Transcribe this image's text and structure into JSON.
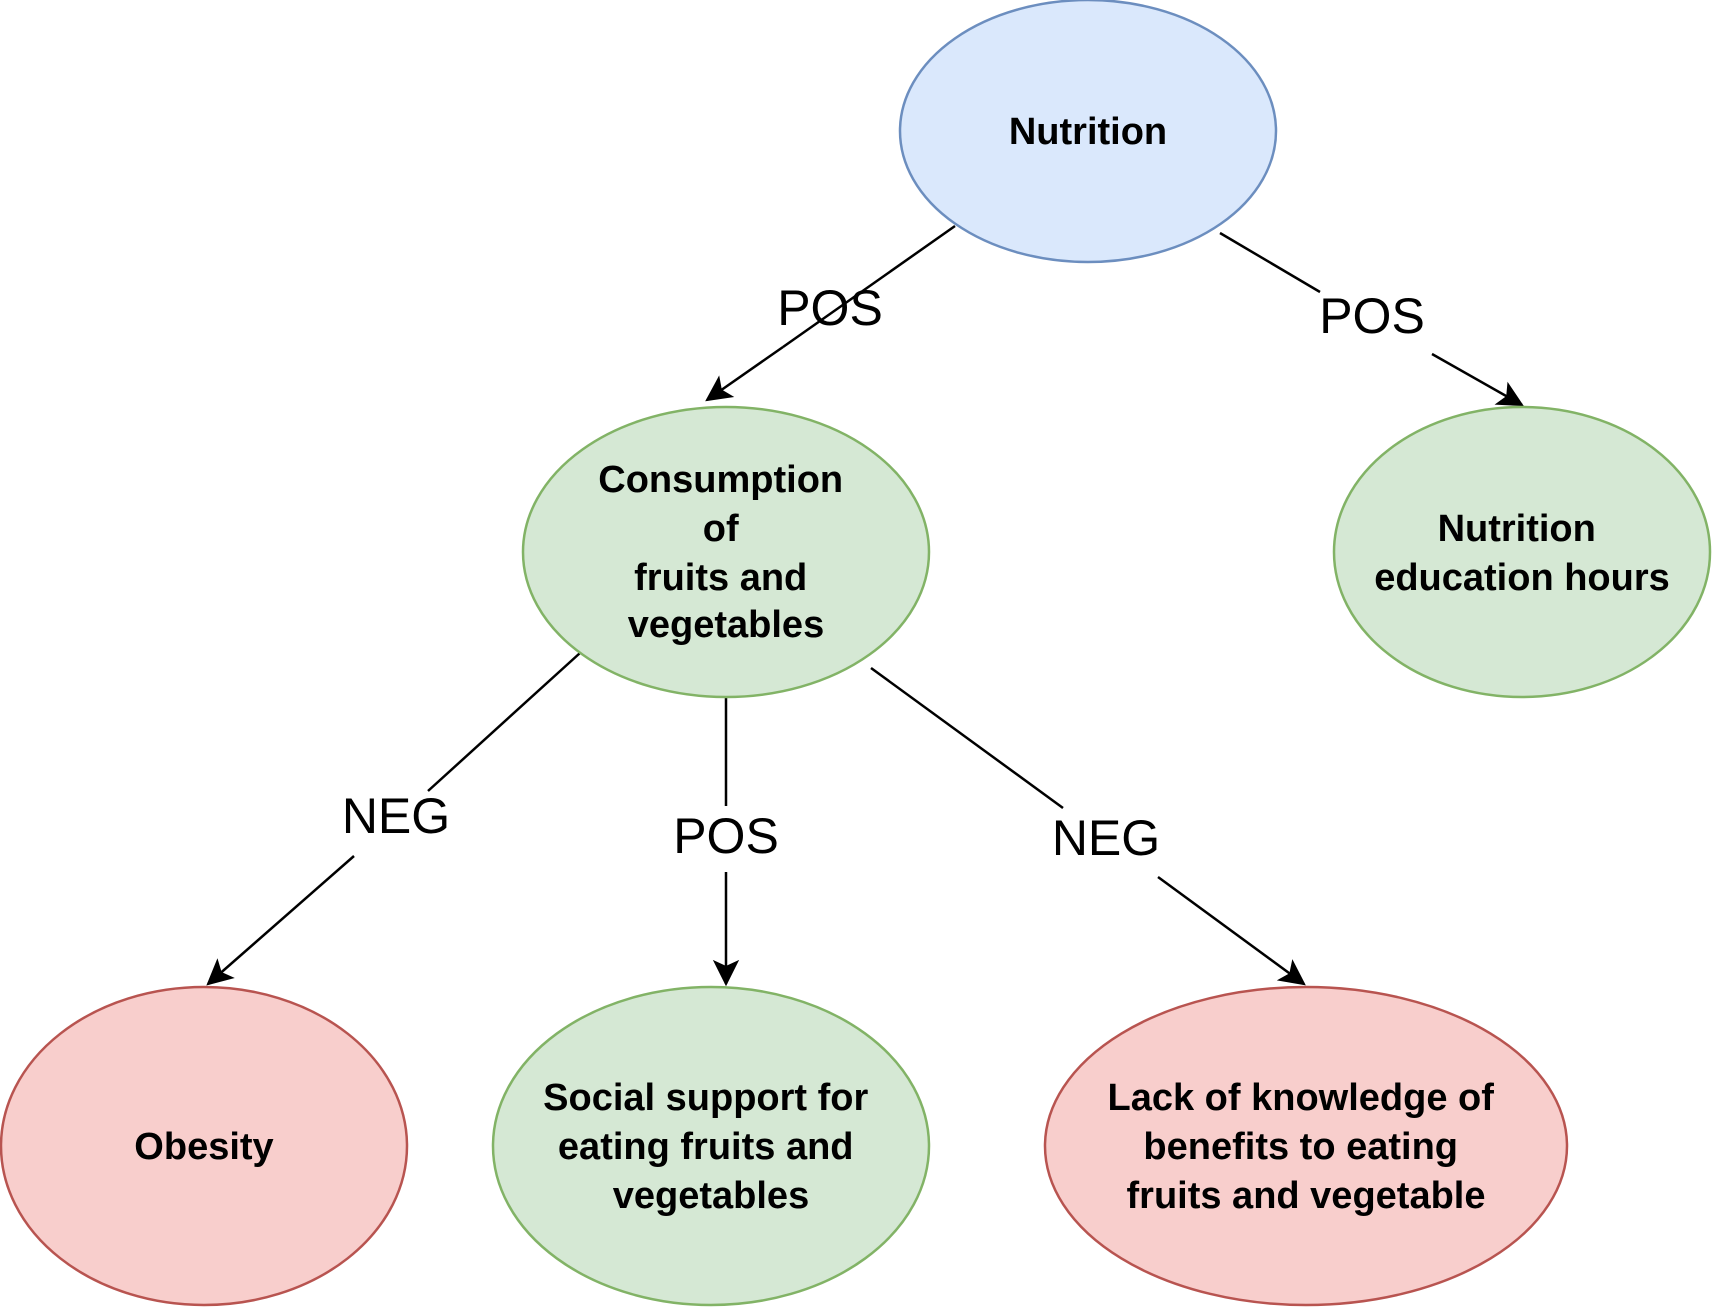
{
  "nodes": [
    {
      "id": "nutrition",
      "lines": [
        "Nutrition"
      ],
      "fill": "#dae8fc",
      "stroke": "#6c8ebf"
    },
    {
      "id": "consumption",
      "lines": [
        "Consumption",
        "of",
        "fruits and",
        "vegetables"
      ],
      "fill": "#d5e8d4",
      "stroke": "#82b366"
    },
    {
      "id": "education",
      "lines": [
        "Nutrition",
        "education hours"
      ],
      "fill": "#d5e8d4",
      "stroke": "#82b366"
    },
    {
      "id": "obesity",
      "lines": [
        "Obesity"
      ],
      "fill": "#f8cecc",
      "stroke": "#b85450"
    },
    {
      "id": "social",
      "lines": [
        "Social support for",
        "eating fruits and",
        "vegetables"
      ],
      "fill": "#d5e8d4",
      "stroke": "#82b366"
    },
    {
      "id": "lack",
      "lines": [
        "Lack of knowledge of",
        "benefits to eating",
        "fruits and vegetable"
      ],
      "fill": "#f8cecc",
      "stroke": "#b85450"
    }
  ],
  "edges": [
    {
      "from": "nutrition",
      "to": "consumption",
      "label": "POS"
    },
    {
      "from": "nutrition",
      "to": "education",
      "label": "POS"
    },
    {
      "from": "consumption",
      "to": "obesity",
      "label": "NEG"
    },
    {
      "from": "consumption",
      "to": "social",
      "label": "POS"
    },
    {
      "from": "consumption",
      "to": "lack",
      "label": "NEG"
    }
  ]
}
